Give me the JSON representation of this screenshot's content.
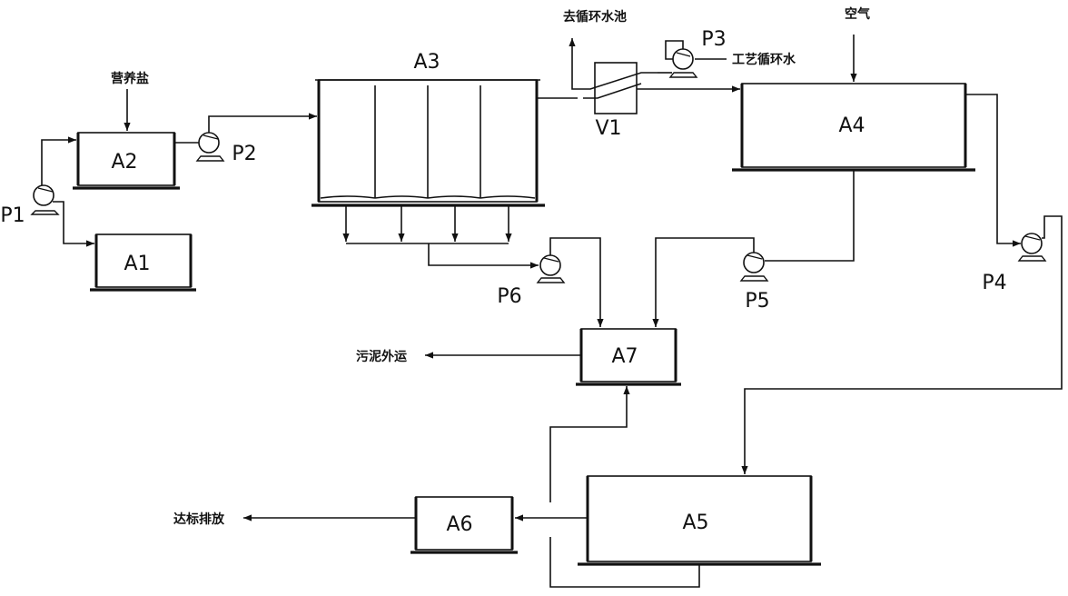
{
  "labels": {
    "A1": "A1",
    "A2": "A2",
    "A3": "A3",
    "A4": "A4",
    "A5": "A5",
    "A6": "A6",
    "A7": "A7",
    "V1": "V1",
    "P1": "P1",
    "P2": "P2",
    "P3": "P3",
    "P4": "P4",
    "P5": "P5",
    "P6": "P6"
  },
  "annotations": {
    "nutrient_salt": "营养盐",
    "to_circulating_pool": "去循环水池",
    "process_circulating_water": "工艺循环水",
    "air": "空气",
    "sludge_disposal": "污泥外运",
    "compliant_discharge": "达标排放"
  }
}
